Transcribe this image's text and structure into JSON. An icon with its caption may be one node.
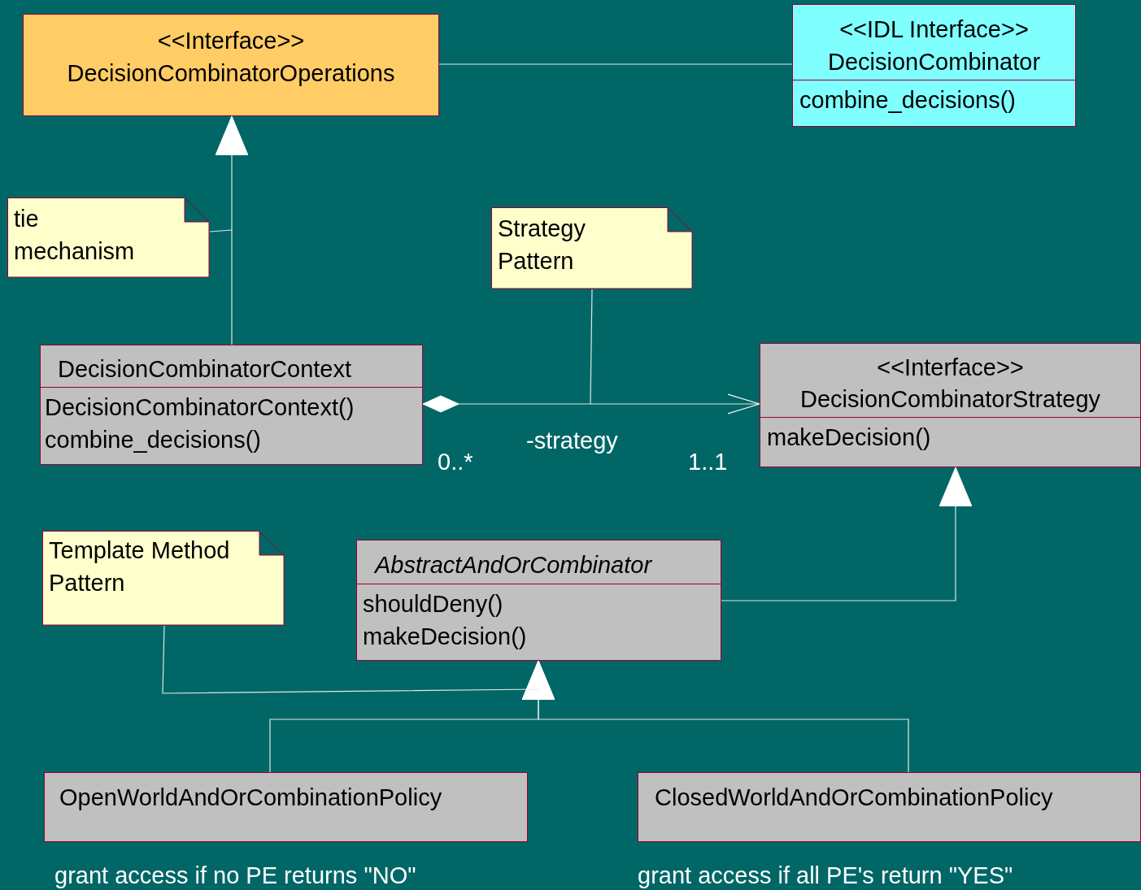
{
  "diagram": {
    "nodes": [
      {
        "text": [
          "<<Interface>>",
          "DecisionCombinatorOperations"
        ]
      },
      {
        "text": [
          "<<IDL Interface>>",
          "DecisionCombinator",
          "combine_decisions()"
        ]
      },
      {
        "text": [
          "tie mechanism"
        ]
      },
      {
        "text": [
          "Strategy Pattern"
        ]
      },
      {
        "text": [
          "DecisionCombinatorContext",
          "DecisionCombinatorContext() combine_decisions()"
        ]
      },
      {
        "text": [
          "<<Interface>>",
          "DecisionCombinatorStrategy",
          "makeDecision()"
        ]
      },
      {
        "text": [
          "Template Method Pattern"
        ]
      },
      {
        "text": [
          "AbstractAndOrCombinator",
          "shouldDeny() makeDecision()"
        ]
      },
      {
        "text": [
          "OpenWorldAndOrCombinationPolicy"
        ],
        "beside": [
          "grant access if no PE returns \"NO\""
        ]
      },
      {
        "text": [
          "ClosedWorldAndOrCombinationPolicy"
        ],
        "beside": [
          "grant access if all PE's return \"YES\""
        ]
      }
    ],
    "edges": [
      {
        "from": 0,
        "to": 1,
        "arrow": "none"
      },
      {
        "from": 4,
        "to": 0,
        "arrow": "to"
      },
      {
        "from": 2,
        "to": null,
        "arrow": "none"
      },
      {
        "from": 4,
        "to": 5,
        "arrow": "to",
        "label": "-strategy"
      },
      {
        "from": 3,
        "to": null,
        "arrow": "none"
      },
      {
        "from": 7,
        "to": 5,
        "arrow": "to"
      },
      {
        "from": 8,
        "to": 7,
        "arrow": "to"
      },
      {
        "from": 9,
        "to": 7,
        "arrow": "to"
      },
      {
        "from": 6,
        "to": null,
        "arrow": "none"
      }
    ],
    "labels": [
      "0..*",
      "1..1"
    ]
  }
}
